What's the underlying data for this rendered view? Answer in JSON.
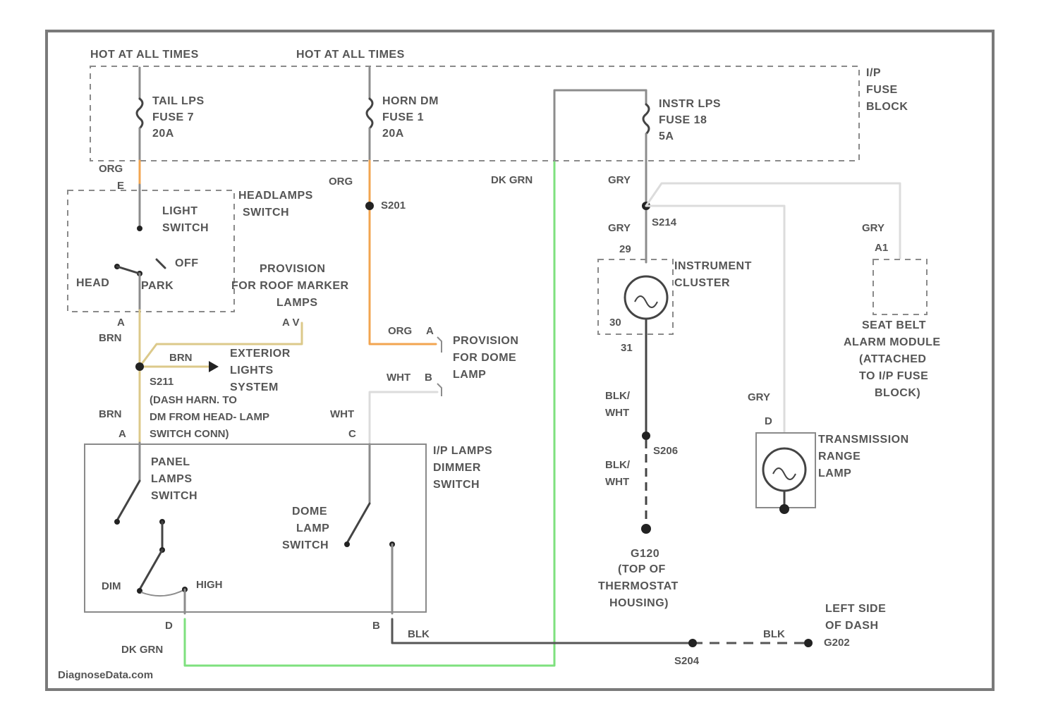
{
  "colors": {
    "frame": "#7a7a7a",
    "dashed_box": "#8a8a8a",
    "wire_grey": "#8c8c8c",
    "wire_dark": "#555555",
    "wire_orange": "#f2a550",
    "wire_yellow": "#dcc98a",
    "wire_green": "#7ee07e",
    "text": "#555555"
  },
  "fuse_block": {
    "hot_left": "HOT AT ALL TIMES",
    "hot_mid": "HOT AT ALL TIMES",
    "name": [
      "I/P",
      "FUSE",
      "BLOCK"
    ],
    "fuse1": [
      "TAIL LPS",
      "FUSE 7",
      "20A"
    ],
    "fuse2": [
      "HORN DM",
      "FUSE 1",
      "20A"
    ],
    "fuse3": [
      "INSTR LPS",
      "FUSE 18",
      "5A"
    ]
  },
  "light_switch": {
    "name": [
      "HEADLAMPS",
      "SWITCH"
    ],
    "inner": [
      "LIGHT",
      "SWITCH"
    ],
    "off": "OFF",
    "head": "HEAD",
    "park": "PARK",
    "pin_top": "E",
    "pin_bottom": "A"
  },
  "wires": {
    "org1": "ORG",
    "org2": "ORG",
    "brn1": "BRN",
    "brn2": "BRN",
    "brn3": "BRN",
    "dkgrn_mid": "DK GRN",
    "dkgrn_bottom": "DK GRN",
    "gry1": "GRY",
    "gry2": "GRY",
    "gry3": "GRY",
    "gry4": "GRY",
    "blkwht1": [
      "BLK/",
      "WHT"
    ],
    "blkwht2": [
      "BLK/",
      "WHT"
    ],
    "blk1": "BLK",
    "blk2": "BLK",
    "wht1": "WHT",
    "wht2": "WHT",
    "org_a": "ORG",
    "pin_a_org": "A",
    "pin_b_wht": "B"
  },
  "splices": {
    "s201": "S201",
    "s211": "S211",
    "s214": "S214",
    "s206": "S206",
    "s204": "S204",
    "g120": "G120",
    "g202": "G202"
  },
  "labels": {
    "roof_marker": [
      "PROVISION",
      "FOR ROOF MARKER",
      "LAMPS"
    ],
    "roof_pins": "A  V",
    "exterior": [
      "EXTERIOR",
      "LIGHTS",
      "SYSTEM"
    ],
    "dash_harn": [
      "(DASH HARN. TO",
      "DM FROM HEAD- LAMP",
      "SWITCH CONN)"
    ],
    "dome_provision": [
      "PROVISION",
      "FOR DOME",
      "LAMP"
    ],
    "ip_dimmer": [
      "I/P LAMPS",
      "DIMMER",
      "SWITCH"
    ],
    "panel_switch": [
      "PANEL",
      "LAMPS",
      "SWITCH"
    ],
    "dome_switch": [
      "DOME",
      "LAMP",
      "SWITCH"
    ],
    "dim": "DIM",
    "high": "HIGH",
    "pin_a": "A",
    "pin_c": "C",
    "pin_d": "D",
    "pin_b": "B",
    "instrument": [
      "INSTRUMENT",
      "CLUSTER"
    ],
    "pin_29": "29",
    "pin_30": "30",
    "pin_31": "31",
    "seat_belt": [
      "SEAT BELT",
      "ALARM MODULE",
      "(ATTACHED",
      "TO I/P FUSE",
      "BLOCK)"
    ],
    "pin_a1": "A1",
    "transmission": [
      "TRANSMISSION",
      "RANGE",
      "LAMP"
    ],
    "pin_d_trans": "D",
    "g120_desc": [
      "(TOP OF",
      "THERMOSTAT",
      "HOUSING)"
    ],
    "g202_desc": [
      "LEFT SIDE",
      "OF DASH"
    ],
    "watermark": "DiagnoseData.com"
  }
}
